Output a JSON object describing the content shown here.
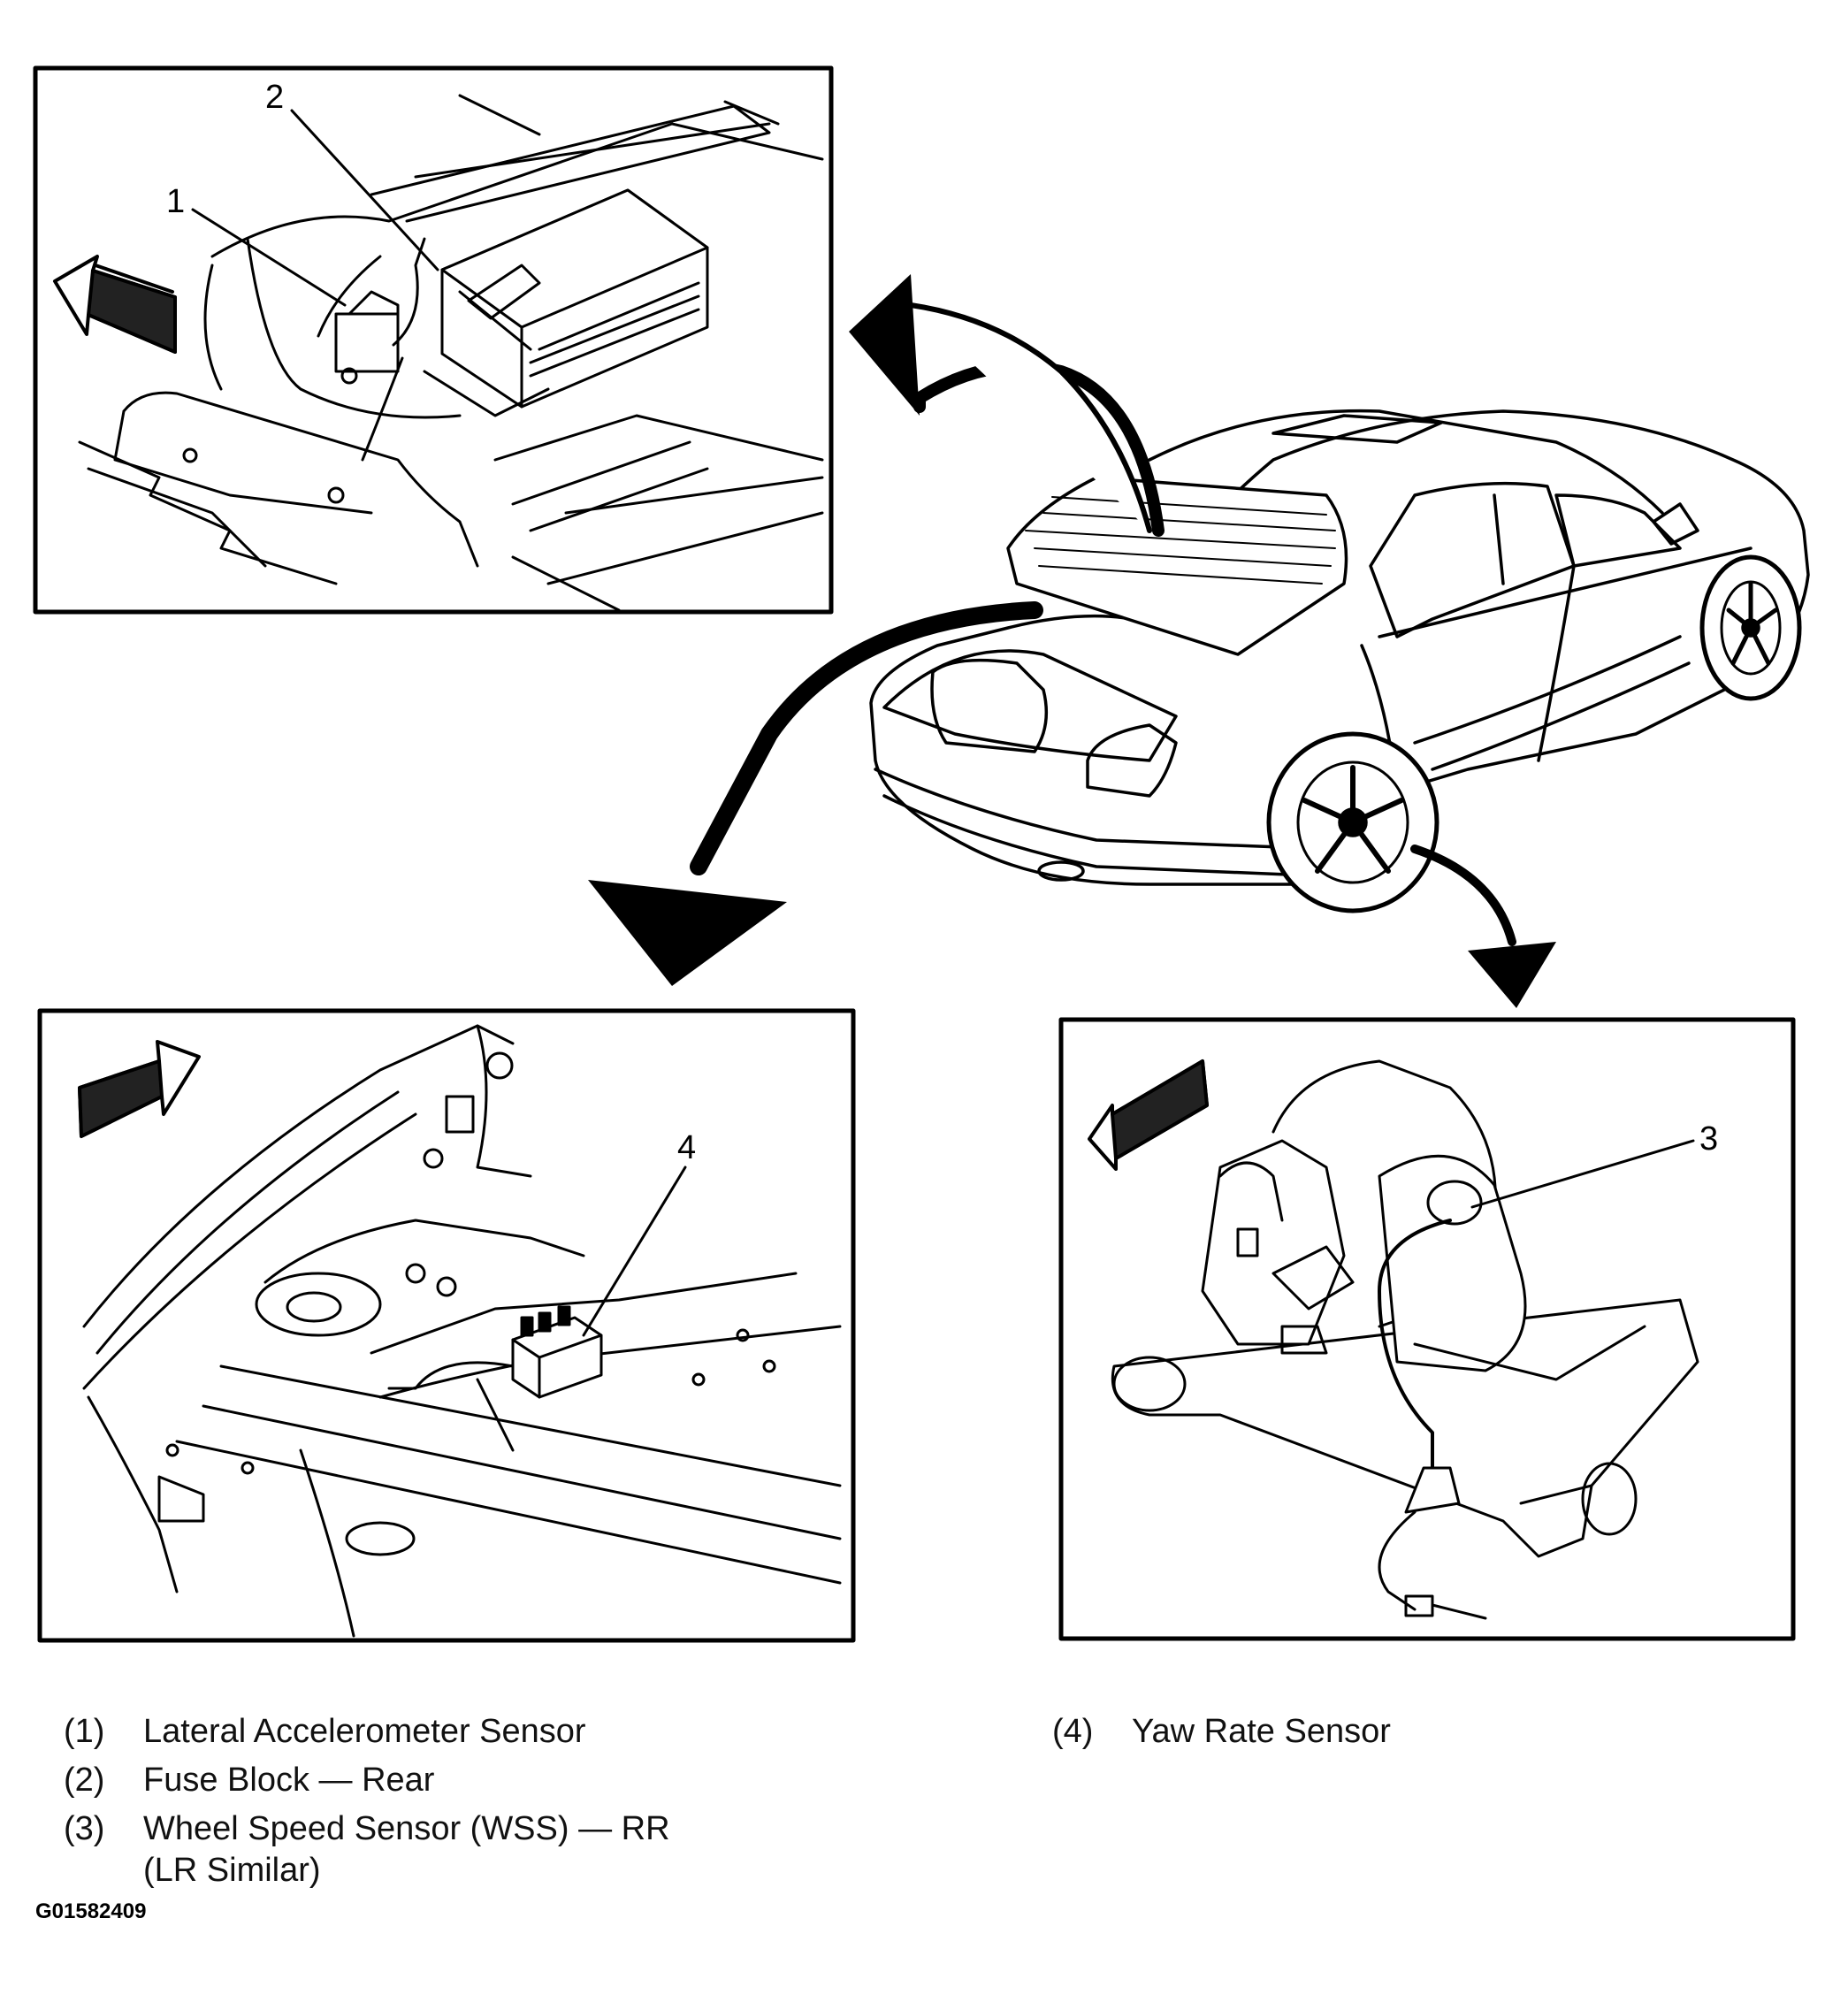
{
  "callouts": {
    "c1": "1",
    "c2": "2",
    "c3": "3",
    "c4": "4"
  },
  "legend": {
    "items": [
      {
        "num": "(1)",
        "text": "Lateral Accelerometer Sensor"
      },
      {
        "num": "(2)",
        "text": "Fuse Block — Rear"
      },
      {
        "num": "(3)",
        "text": "Wheel Speed Sensor (WSS) — RR"
      },
      {
        "num": "(4)",
        "text": "Yaw Rate Sensor"
      }
    ],
    "item3_continuation": "(LR Similar)"
  },
  "figure_id": "G01582409"
}
